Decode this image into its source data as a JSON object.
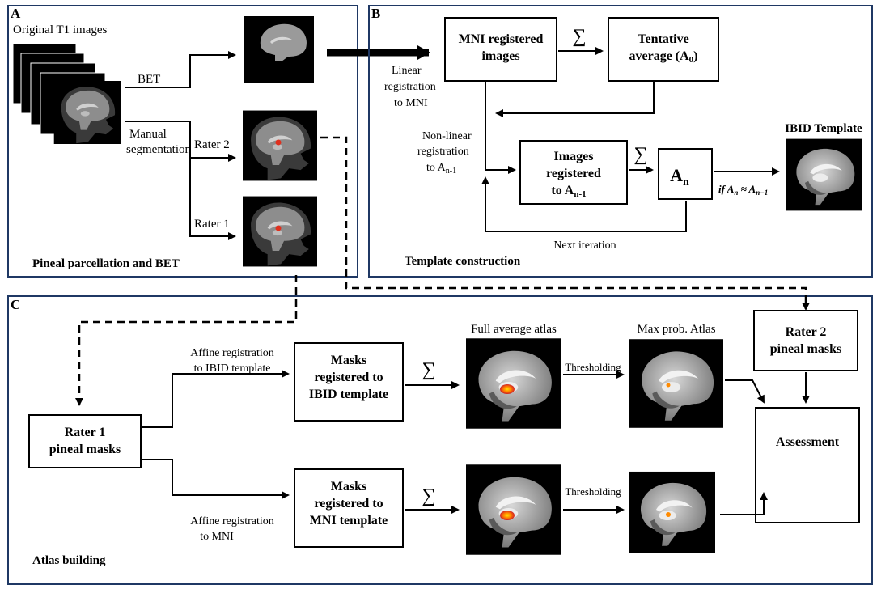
{
  "panels": {
    "a": {
      "letter": "A",
      "title": "Pineal parcellation and BET"
    },
    "b": {
      "letter": "B",
      "title": "Template construction"
    },
    "c": {
      "letter": "C",
      "title": "Atlas building"
    }
  },
  "panel_a": {
    "original_t1": "Original T1 images",
    "bet": "BET",
    "manual_seg_1": "Manual",
    "manual_seg_2": "segmentation",
    "rater2": "Rater 2",
    "rater1": "Rater 1"
  },
  "panel_b": {
    "mni_box_1": "MNI registered",
    "mni_box_2": "images",
    "sum": "∑",
    "tentative_1": "Tentative",
    "tentative_2": "average (A",
    "tentative_sub": "0",
    "tentative_close": ")",
    "linear_1": "Linear",
    "linear_2": "registration",
    "linear_3": "to MNI",
    "nonlinear_1": "Non-linear",
    "nonlinear_2": "registration",
    "nonlinear_3": "to A",
    "nonlinear_sub": "n-1",
    "images_reg_1": "Images",
    "images_reg_2": "registered",
    "images_reg_3": "to A",
    "images_reg_sub": "n-1",
    "an_main": "A",
    "an_sub": "n",
    "condition_prefix": "if A",
    "condition_sub1": "n",
    "condition_mid": " ≈ A",
    "condition_sub2": "n−1",
    "next_iteration": "Next iteration",
    "ibid_template": "IBID Template"
  },
  "panel_c": {
    "rater1_box_1": "Rater 1",
    "rater1_box_2": "pineal masks",
    "affine_ibid_1": "Affine registration",
    "affine_ibid_2": "to IBID template",
    "affine_mni_1": "Affine registration",
    "affine_mni_2": "to MNI",
    "masks_ibid_1": "Masks",
    "masks_ibid_2": "registered to",
    "masks_ibid_3": "IBID template",
    "masks_mni_1": "Masks",
    "masks_mni_2": "registered to",
    "masks_mni_3": "MNI template",
    "sum": "∑",
    "full_average": "Full average atlas",
    "max_prob": "Max prob. Atlas",
    "thresholding": "Thresholding",
    "rater2_box_1": "Rater 2",
    "rater2_box_2": "pineal masks",
    "assessment": "Assessment"
  },
  "colors": {
    "panel_border": "#1f3864",
    "pineal": "#e0301e",
    "atlas_hot": "#ff8a00"
  }
}
